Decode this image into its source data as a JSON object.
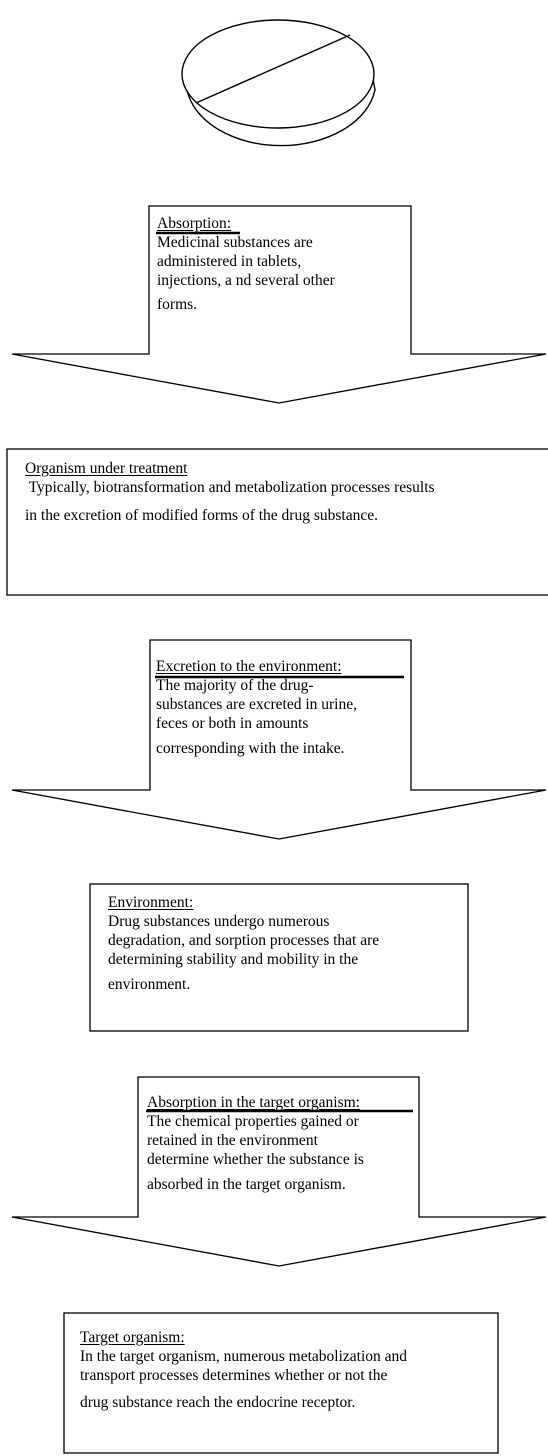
{
  "steps": [
    {
      "title": "Absorption:",
      "lines": [
        "Medicinal substances are",
        "administered in tablets,",
        "injections, a nd several other",
        "forms."
      ]
    },
    {
      "title": "Organism under treatment",
      "lines": [
        " Typically, biotransformation and metabolization processes results",
        "in the excretion of modified forms of the drug substance."
      ]
    },
    {
      "title": "Excretion to the environment:",
      "lines": [
        "The majority of the drug-",
        "substances are excreted in urine,",
        "feces or both in amounts",
        "corresponding with the intake."
      ]
    },
    {
      "title": "Environment:",
      "lines": [
        "Drug substances undergo numerous",
        "degradation, and sorption processes that are",
        "determining stability and mobility in the",
        "environment."
      ]
    },
    {
      "title": "Absorption in the target organism:",
      "lines": [
        "The chemical properties gained or",
        "retained in the environment",
        "determine whether the substance is",
        "absorbed in the target organism."
      ]
    },
    {
      "title": "Target organism:",
      "lines": [
        "In the target organism, numerous metabolization and",
        "transport processes determines whether or not the",
        "drug substance reach the endocrine receptor."
      ]
    }
  ]
}
